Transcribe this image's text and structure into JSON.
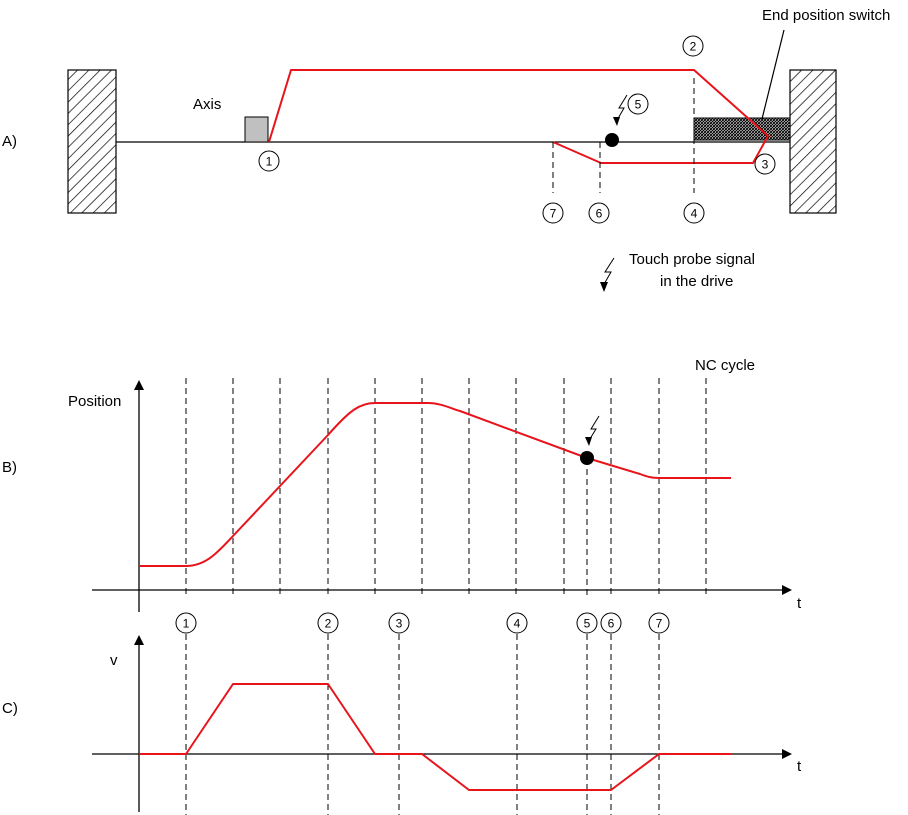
{
  "section_labels": {
    "a": "A)",
    "b": "B)",
    "c": "C)"
  },
  "part_a": {
    "axis_label": "Axis",
    "end_switch_label": "End position switch",
    "markers": [
      "1",
      "2",
      "3",
      "4",
      "5",
      "6",
      "7"
    ],
    "legend_line1": "Touch probe signal",
    "legend_line2": "in the drive"
  },
  "part_b": {
    "y_label": "Position",
    "x_label": "t",
    "nc_cycle_label": "NC cycle"
  },
  "part_c": {
    "y_label": "v",
    "x_label": "t",
    "markers": [
      "1",
      "2",
      "3",
      "4",
      "5",
      "6",
      "7"
    ]
  },
  "colors": {
    "trajectory": "#e8141b",
    "lines": "#000000",
    "axis_block": "#c0c0c0"
  }
}
